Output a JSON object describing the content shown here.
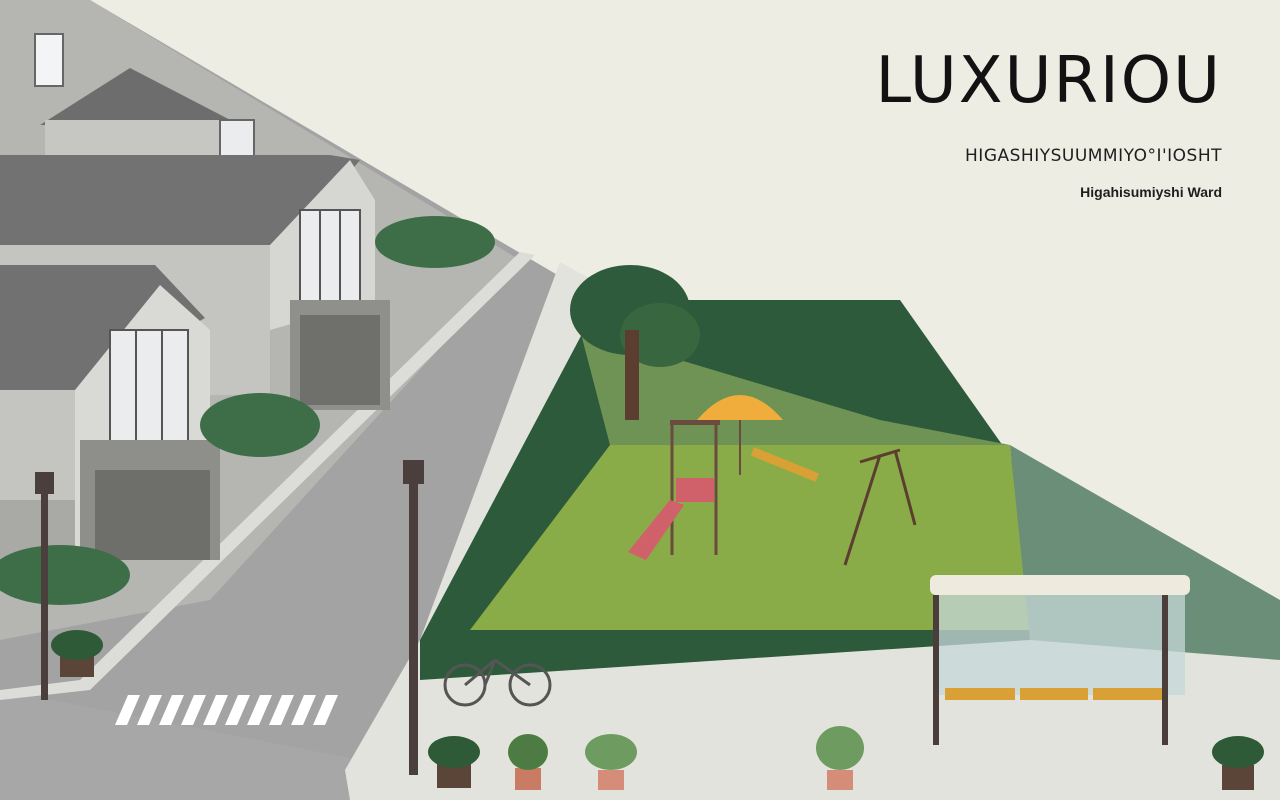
{
  "headline": "LUXURIOU",
  "subtitle": "HIGASHIYSUUMMIYO°I'IOSHT",
  "ward_label": "Higahisumiyshi Ward",
  "colors": {
    "background": "#eeede4",
    "road": "#a3a3a3",
    "house_wall": "#c9c9c5",
    "roof": "#6f6f6f",
    "lawn": "#8aac48",
    "hedge": "#2c5a3a",
    "slide": "#d0606a",
    "umbrella": "#f0ad3c",
    "bench": "#d9a035",
    "text": "#121212"
  },
  "icons": [
    "street-lamp-icon",
    "bicycle-icon",
    "bus-shelter-icon",
    "potted-plant-icon",
    "tree-icon",
    "swing-icon",
    "slide-icon"
  ]
}
